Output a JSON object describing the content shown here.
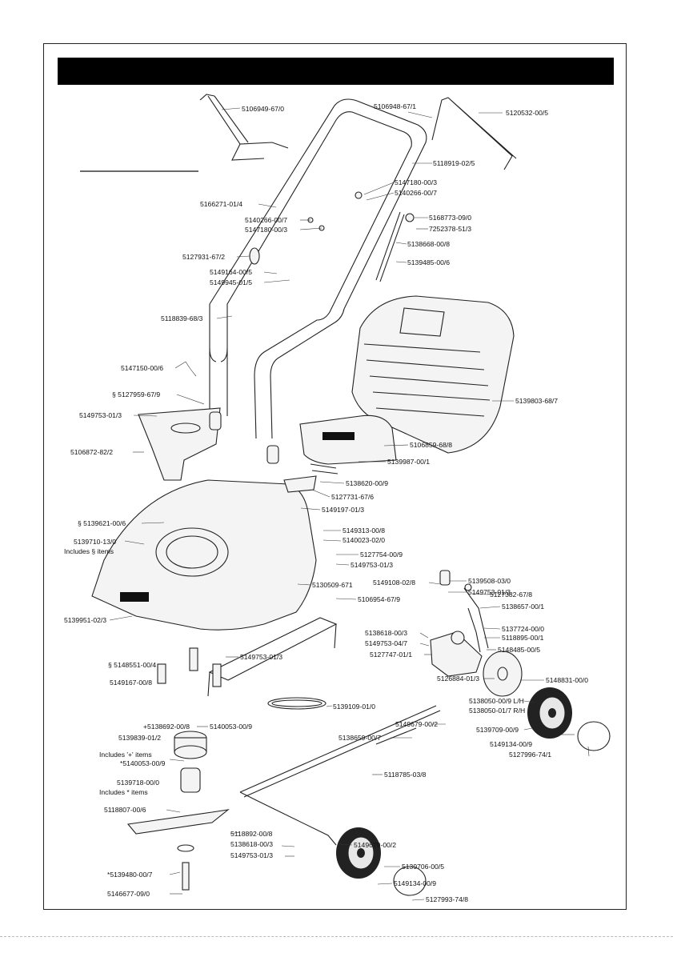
{
  "labels": [
    {
      "id": "l1",
      "text": "5106949-67/0"
    },
    {
      "id": "l2",
      "text": "5106948-67/1"
    },
    {
      "id": "l3",
      "text": "5120532-00/5"
    },
    {
      "id": "l4",
      "text": "5118919-02/5"
    },
    {
      "id": "l5",
      "text": "5147180-00/3"
    },
    {
      "id": "l6",
      "text": "5140266-00/7"
    },
    {
      "id": "l7",
      "text": "5166271-01/4"
    },
    {
      "id": "l8",
      "text": "5140266-00/7"
    },
    {
      "id": "l9",
      "text": "5147180-00/3"
    },
    {
      "id": "l10",
      "text": "5168773-09/0"
    },
    {
      "id": "l11",
      "text": "7252378-51/3"
    },
    {
      "id": "l12",
      "text": "5138668-00/8"
    },
    {
      "id": "l13",
      "text": "5127931-67/2"
    },
    {
      "id": "l14",
      "text": "5139485-00/6"
    },
    {
      "id": "l15",
      "text": "5149164-00/5"
    },
    {
      "id": "l16",
      "text": "5149945-01/5"
    },
    {
      "id": "l17",
      "text": "5118839-68/3"
    },
    {
      "id": "l18",
      "text": "5147150-00/6"
    },
    {
      "id": "l19",
      "text": "§ 5127959-67/9"
    },
    {
      "id": "l20",
      "text": "5149753-01/3"
    },
    {
      "id": "l21",
      "text": "5139803-68/7"
    },
    {
      "id": "l22",
      "text": "5106872-82/2"
    },
    {
      "id": "l23",
      "text": "5106859-68/8"
    },
    {
      "id": "l24",
      "text": "5139987-00/1"
    },
    {
      "id": "l25",
      "text": "5138620-00/9"
    },
    {
      "id": "l26",
      "text": "5127731-67/6"
    },
    {
      "id": "l27",
      "text": "5149197-01/3"
    },
    {
      "id": "l28",
      "text": "§ 5139621-00/6"
    },
    {
      "id": "l29",
      "text": "5139710-13/0"
    },
    {
      "id": "l30",
      "text": "Includes § items"
    },
    {
      "id": "l31",
      "text": "5149313-00/8"
    },
    {
      "id": "l32",
      "text": "5140023-02/0"
    },
    {
      "id": "l33",
      "text": "5127754-00/9"
    },
    {
      "id": "l34",
      "text": "5149753-01/3"
    },
    {
      "id": "l35",
      "text": "5139508-03/0"
    },
    {
      "id": "l36",
      "text": "5149753-01/3"
    },
    {
      "id": "l37",
      "text": "5130509-671"
    },
    {
      "id": "l38",
      "text": "5149108-02/8"
    },
    {
      "id": "l39",
      "text": "5127382-67/8"
    },
    {
      "id": "l40",
      "text": "5106954-67/9"
    },
    {
      "id": "l41",
      "text": "5138657-00/1"
    },
    {
      "id": "l42",
      "text": "5139951-02/3"
    },
    {
      "id": "l43",
      "text": "5138618-00/3"
    },
    {
      "id": "l44",
      "text": "5137724-00/0"
    },
    {
      "id": "l45",
      "text": "5149753-04/7"
    },
    {
      "id": "l46",
      "text": "5118895-00/1"
    },
    {
      "id": "l47",
      "text": "5127747-01/1"
    },
    {
      "id": "l48",
      "text": "5148485-00/5"
    },
    {
      "id": "l49",
      "text": "§ 5148551-00/4"
    },
    {
      "id": "l50",
      "text": "5149753-01/3"
    },
    {
      "id": "l51",
      "text": "5126884-01/3"
    },
    {
      "id": "l52",
      "text": "5148831-00/0"
    },
    {
      "id": "l53",
      "text": "5149167-00/8"
    },
    {
      "id": "l54",
      "text": "5139109-01/0"
    },
    {
      "id": "l55",
      "text": "5138050-00/9 L/H"
    },
    {
      "id": "l56",
      "text": "5138050-01/7 R/H"
    },
    {
      "id": "l57",
      "text": "+5138692-00/8"
    },
    {
      "id": "l58",
      "text": "5140053-00/9"
    },
    {
      "id": "l59",
      "text": "5149679-00/2"
    },
    {
      "id": "l60",
      "text": "5139839-01/2"
    },
    {
      "id": "l61",
      "text": "Includes '+' items"
    },
    {
      "id": "l62",
      "text": "5138659-00/7"
    },
    {
      "id": "l63",
      "text": "5139709-00/9"
    },
    {
      "id": "l64",
      "text": "*5140053-00/9"
    },
    {
      "id": "l65",
      "text": "5149134-00/9"
    },
    {
      "id": "l66",
      "text": "5127996-74/1"
    },
    {
      "id": "l67",
      "text": "5139718-00/0"
    },
    {
      "id": "l68",
      "text": "Includes * items"
    },
    {
      "id": "l69",
      "text": "5118785-03/8"
    },
    {
      "id": "l70",
      "text": "5118807-00/6"
    },
    {
      "id": "l71",
      "text": "5118892-00/8"
    },
    {
      "id": "l72",
      "text": "5149679-00/2"
    },
    {
      "id": "l73",
      "text": "5138618-00/3"
    },
    {
      "id": "l74",
      "text": "5139706-00/5"
    },
    {
      "id": "l75",
      "text": "5149753-01/3"
    },
    {
      "id": "l76",
      "text": "5149134-00/9"
    },
    {
      "id": "l77",
      "text": "*5139480-00/7"
    },
    {
      "id": "l78",
      "text": "5127993-74/8"
    },
    {
      "id": "l79",
      "text": "5146677-09/0"
    }
  ]
}
